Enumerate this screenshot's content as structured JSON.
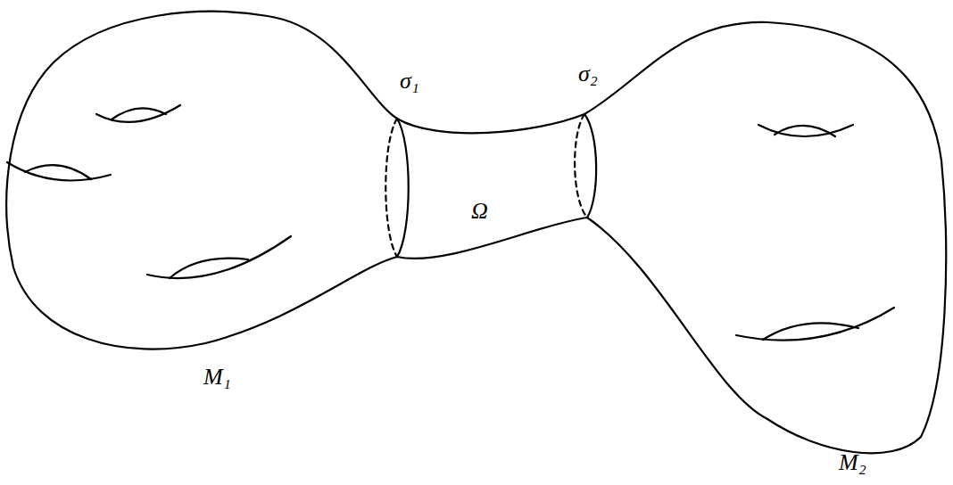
{
  "diagram": {
    "labels": [
      "σ₁",
      "σ₂",
      "Ω",
      "M₁",
      "M₂"
    ]
  }
}
